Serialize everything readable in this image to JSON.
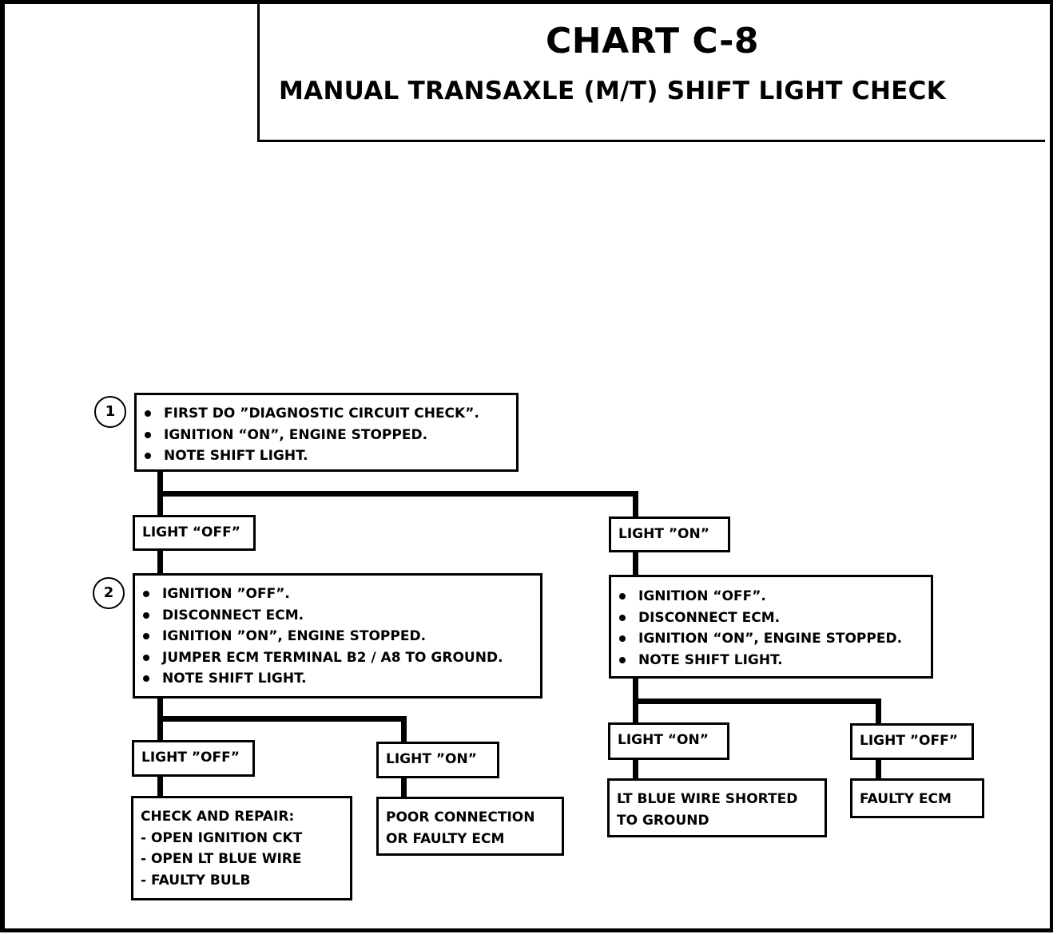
{
  "header": {
    "title": "CHART C-8",
    "subtitle": "MANUAL TRANSAXLE (M/T) SHIFT LIGHT CHECK"
  },
  "steps": {
    "step1": {
      "number": "1",
      "items": [
        "FIRST DO ”DIAGNOSTIC CIRCUIT CHECK”.",
        "IGNITION “ON”, ENGINE STOPPED.",
        "NOTE SHIFT LIGHT."
      ]
    },
    "step2": {
      "number": "2",
      "items": [
        "IGNITION ”OFF”.",
        "DISCONNECT ECM.",
        "IGNITION ”ON”, ENGINE STOPPED.",
        "JUMPER ECM TERMINAL B2 / A8 TO GROUND.",
        "NOTE SHIFT LIGHT."
      ]
    },
    "right_test": {
      "items": [
        "IGNITION “OFF”.",
        "DISCONNECT ECM.",
        "IGNITION “ON”, ENGINE STOPPED.",
        "NOTE SHIFT LIGHT."
      ]
    }
  },
  "branches": {
    "light_off_1": "LIGHT “OFF”",
    "light_on_1": "LIGHT ”ON”",
    "light_off_2": "LIGHT ”OFF”",
    "light_on_2": "LIGHT ”ON”",
    "light_on_3": "LIGHT “ON”",
    "light_off_3": "LIGHT ”OFF”"
  },
  "results": {
    "check_repair": {
      "heading": "CHECK AND REPAIR:",
      "items": [
        "-  OPEN IGNITION CKT",
        "-  OPEN LT BLUE WIRE",
        "-  FAULTY BULB"
      ]
    },
    "poor_connection": [
      "POOR CONNECTION",
      "OR FAULTY ECM"
    ],
    "lt_blue_shorted": [
      "LT BLUE WIRE SHORTED",
      "TO GROUND"
    ],
    "faulty_ecm": "FAULTY ECM"
  }
}
